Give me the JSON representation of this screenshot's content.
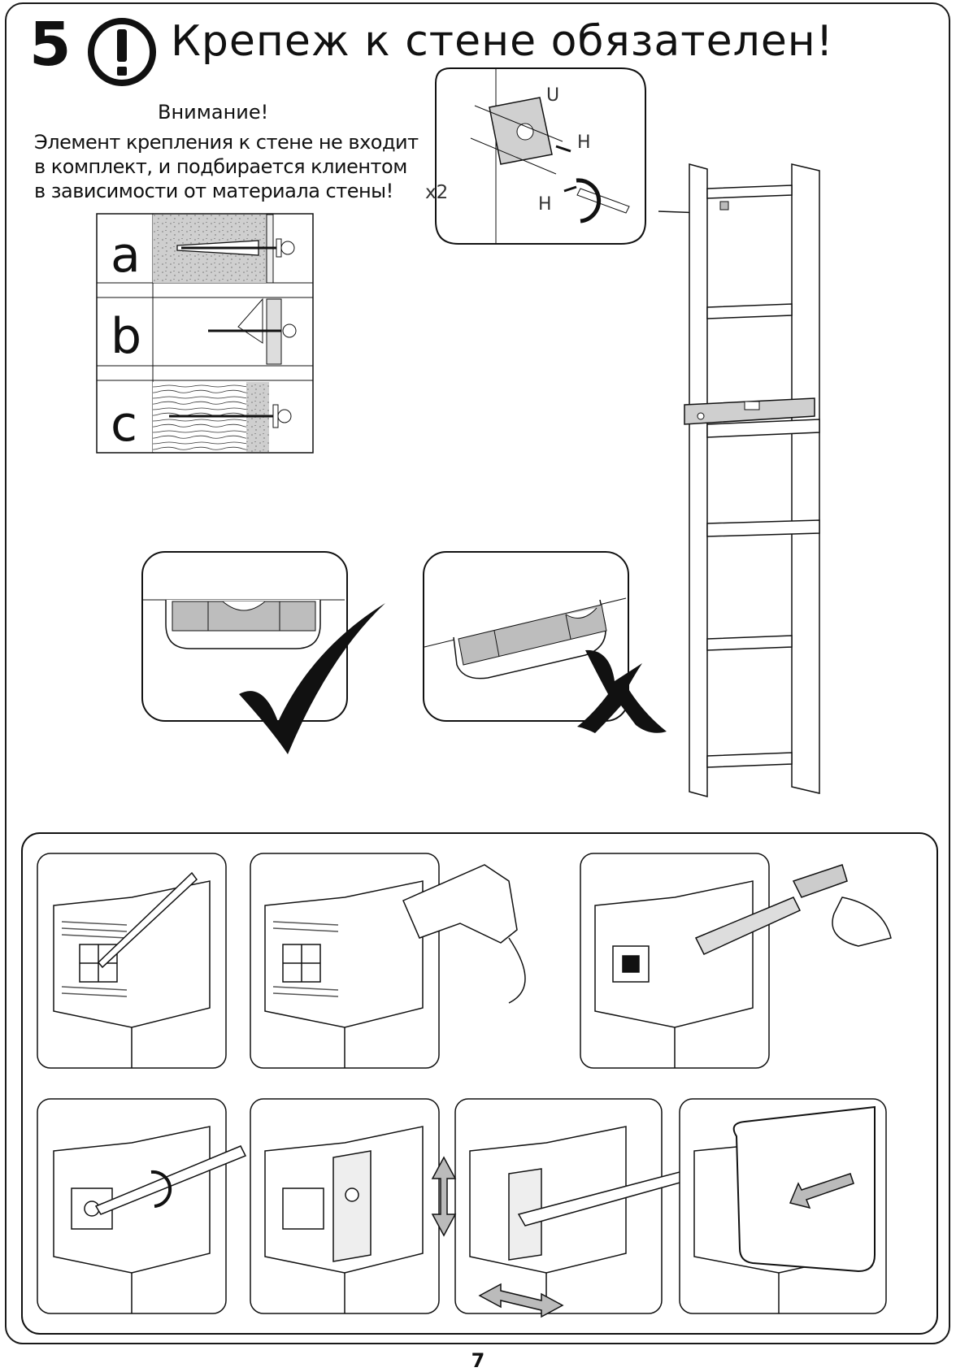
{
  "step_number": "5",
  "title": "Крепеж к стене обязателен!",
  "warning": {
    "heading": "Внимание!",
    "lines": [
      "Элемент крепления к стене не входит",
      "в комплект, и подбирается клиентом",
      "в зависимости от материала стены!"
    ]
  },
  "wall_types": [
    "a",
    "b",
    "c"
  ],
  "hardware": {
    "label_u": "U",
    "label_h1": "H",
    "label_h2": "H",
    "quantity": "x2"
  },
  "level_check": {
    "correct": "check-mark-icon",
    "incorrect": "cross-mark-icon"
  },
  "page_number": "7"
}
